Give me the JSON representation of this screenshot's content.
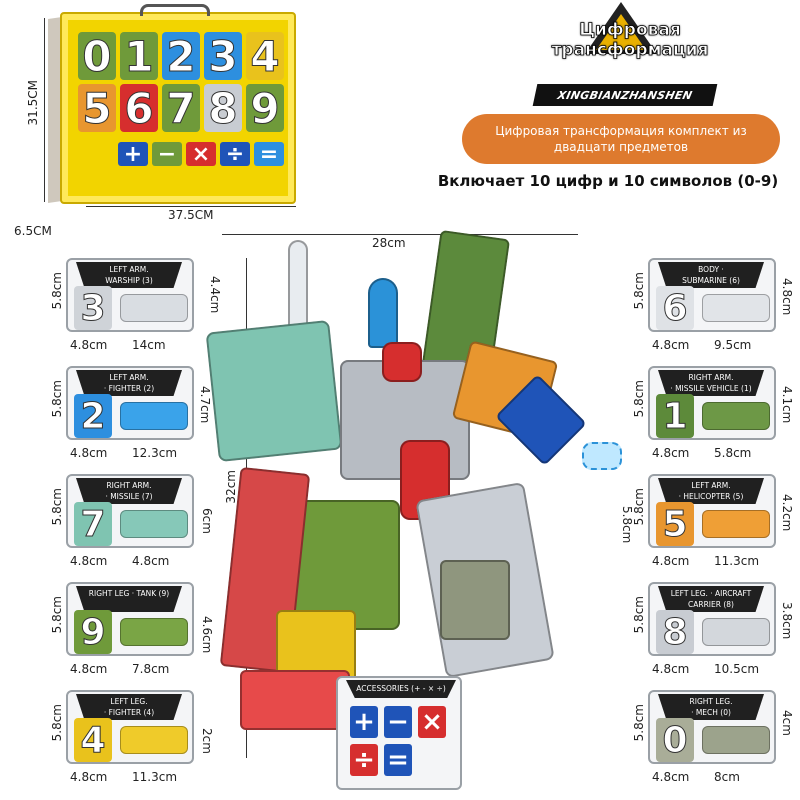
{
  "box": {
    "digits": [
      "0",
      "1",
      "2",
      "3",
      "4",
      "5",
      "6",
      "7",
      "8",
      "9"
    ],
    "symbols": [
      "+",
      "−",
      "×",
      "÷",
      "="
    ],
    "dims": {
      "height": "31.5CM",
      "depth": "6.5CM",
      "width": "37.5CM"
    }
  },
  "logo": {
    "title": "Цифровая трансформация",
    "subtitle": "XINGBIANZHANSHEN"
  },
  "headline": {
    "pill_text": "Цифровая трансформация комплект из двадцати предметов",
    "includes": "Включает 10 цифр и 10 символов (0-9)"
  },
  "robot": {
    "width": "28cm",
    "height": "32cm",
    "dim_a": "4.4cm",
    "dim_b": "6cm",
    "dim_c": "4.6cm",
    "dim_d": "2cm",
    "dim_e": "5.8cm"
  },
  "colors": {
    "orange": "#de7a2e",
    "panel_border": "#9aa0a6",
    "tag_bg": "#202020"
  },
  "left_panels": [
    {
      "tag": "LEFT ARM.\nWARSHIP (3)",
      "digit": "3",
      "digit_color": "#cfd3d8",
      "vehicle_color": "#d9dde2",
      "height": "5.8cm",
      "width": "4.8cm",
      "length": "14cm",
      "extra": ""
    },
    {
      "tag": "LEFT ARM.\n· FIGHTER (2)",
      "digit": "2",
      "digit_color": "#2d8fdf",
      "vehicle_color": "#3aa3ea",
      "height": "5.8cm",
      "width": "4.8cm",
      "length": "12.3cm",
      "extra": "4.7cm"
    },
    {
      "tag": "RIGHT ARM.\n· MISSILE (7)",
      "digit": "7",
      "digit_color": "#7fc4b1",
      "vehicle_color": "#86c8b8",
      "height": "5.8cm",
      "width": "4.8cm",
      "length": "4.8cm",
      "extra": ""
    },
    {
      "tag": "RIGHT LEG · TANK (9)",
      "digit": "9",
      "digit_color": "#6f9a3a",
      "vehicle_color": "#7aa545",
      "height": "5.8cm",
      "width": "4.8cm",
      "length": "7.8cm",
      "extra": ""
    },
    {
      "tag": "LEFT LEG.\n· FIGHTER (4)",
      "digit": "4",
      "digit_color": "#e9c21c",
      "vehicle_color": "#efcb2a",
      "height": "5.8cm",
      "width": "4.8cm",
      "length": "11.3cm",
      "extra": ""
    }
  ],
  "right_panels": [
    {
      "tag": "BODY ·\nSUBMARINE (6)",
      "digit": "6",
      "digit_color": "#dfe2e6",
      "vehicle_color": "#e1e4e8",
      "height": "5.8cm",
      "width": "4.8cm",
      "length": "9.5cm",
      "extra": "4.8cm"
    },
    {
      "tag": "RIGHT ARM.\n· MISSILE VEHICLE (1)",
      "digit": "1",
      "digit_color": "#5d8a3a",
      "vehicle_color": "#6d9846",
      "height": "5.8cm",
      "width": "4.8cm",
      "length": "5.8cm",
      "extra": "4.1cm"
    },
    {
      "tag": "LEFT ARM.\n· HELICOPTER (5)",
      "digit": "5",
      "digit_color": "#e8962f",
      "vehicle_color": "#ef9f36",
      "height": "5.8cm",
      "width": "4.8cm",
      "length": "11.3cm",
      "extra": "4.2cm"
    },
    {
      "tag": "LEFT LEG. · AIRCRAFT\nCARRIER (8)",
      "digit": "8",
      "digit_color": "#c8ccd2",
      "vehicle_color": "#d3d7dc",
      "height": "5.8cm",
      "width": "4.8cm",
      "length": "10.5cm",
      "extra": "3.8cm"
    },
    {
      "tag": "RIGHT LEG.\n· MECH (0)",
      "digit": "0",
      "digit_color": "#a9ad98",
      "vehicle_color": "#9ca38c",
      "height": "5.8cm",
      "width": "4.8cm",
      "length": "8cm",
      "extra": "4cm"
    }
  ],
  "accessories": {
    "title": "ACCESSORIES (+ - × ÷)",
    "symbols": [
      "+",
      "−",
      "×",
      "÷",
      "="
    ]
  }
}
